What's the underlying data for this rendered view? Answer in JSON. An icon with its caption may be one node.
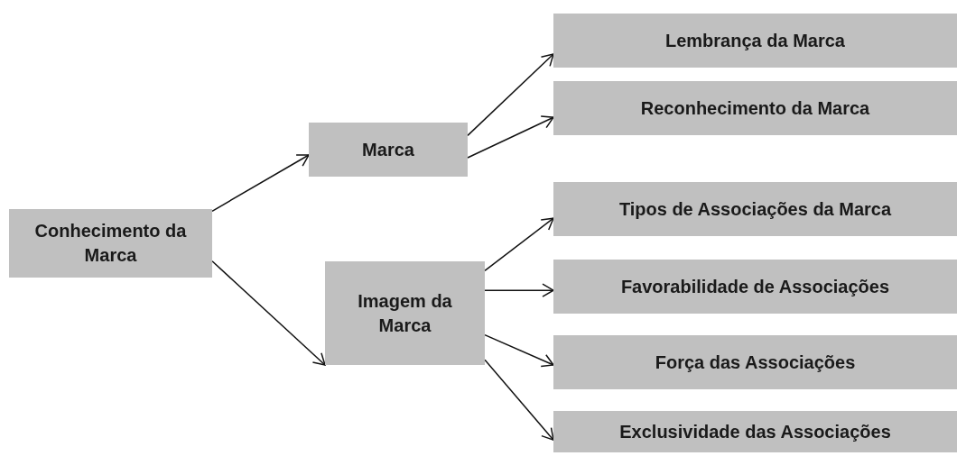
{
  "diagram": {
    "nodes": [
      {
        "text": [
          "Conhecimento da Marca"
        ]
      },
      {
        "text": [
          "Marca"
        ]
      },
      {
        "text": [
          "Imagem da Marca"
        ]
      },
      {
        "text": [
          "Lembrança da Marca"
        ]
      },
      {
        "text": [
          "Reconhecimento da Marca"
        ]
      },
      {
        "text": [
          "Tipos de Associações da Marca"
        ]
      },
      {
        "text": [
          "Favorabilidade de Associações"
        ]
      },
      {
        "text": [
          "Força das Associações"
        ]
      },
      {
        "text": [
          "Exclusividade das Associações"
        ]
      }
    ],
    "edges": [
      {
        "from": 0,
        "to": 1,
        "arrow": "to"
      },
      {
        "from": 0,
        "to": 2,
        "arrow": "to"
      },
      {
        "from": 1,
        "to": 3,
        "arrow": "to"
      },
      {
        "from": 1,
        "to": 4,
        "arrow": "to"
      },
      {
        "from": 2,
        "to": 5,
        "arrow": "to"
      },
      {
        "from": 2,
        "to": 6,
        "arrow": "to"
      },
      {
        "from": 2,
        "to": 7,
        "arrow": "to"
      },
      {
        "from": 2,
        "to": 8,
        "arrow": "to"
      }
    ]
  }
}
